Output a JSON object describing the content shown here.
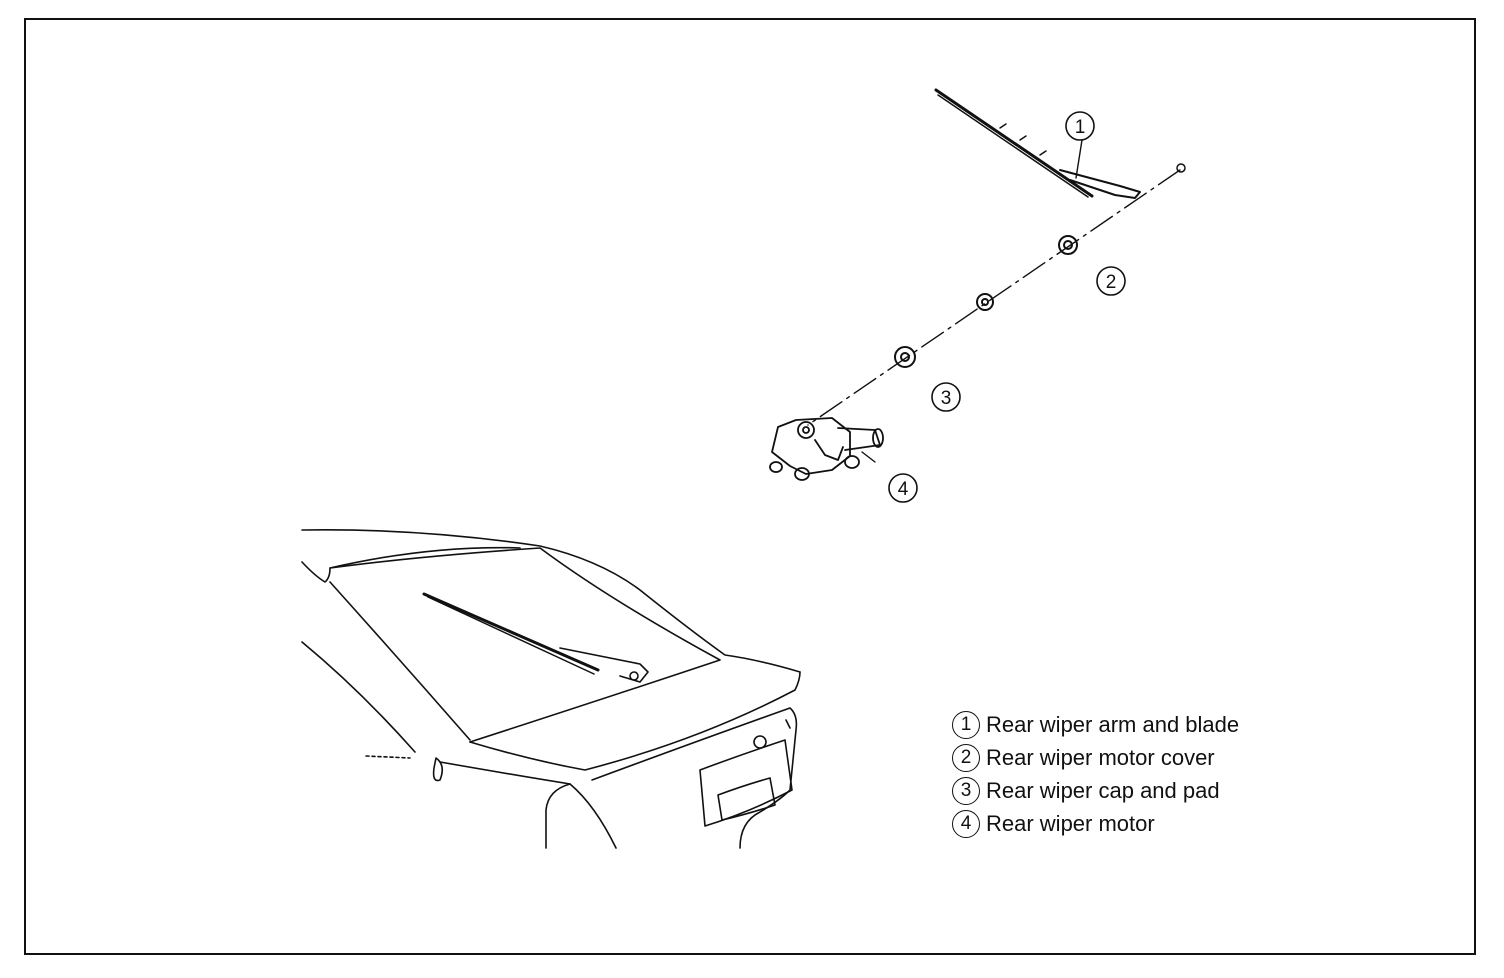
{
  "callouts": [
    {
      "number": "1"
    },
    {
      "number": "2"
    },
    {
      "number": "3"
    },
    {
      "number": "4"
    }
  ],
  "legend": [
    {
      "number": "1",
      "label": "Rear wiper arm and blade"
    },
    {
      "number": "2",
      "label": "Rear wiper motor cover"
    },
    {
      "number": "3",
      "label": "Rear wiper cap and pad"
    },
    {
      "number": "4",
      "label": "Rear wiper motor"
    }
  ]
}
